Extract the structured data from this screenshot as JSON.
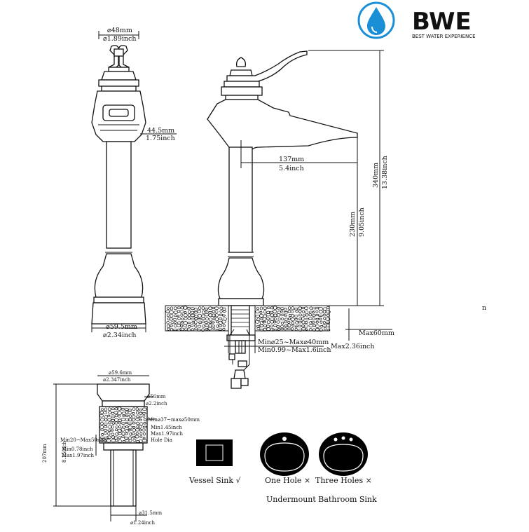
{
  "brand": {
    "name": "BWE",
    "tagline": "BEST WATER EXPERIENCE",
    "color": "#1a8fd6",
    "dark_color": "#2a2a2a",
    "icon": "water-drop-icon"
  },
  "side_view": {
    "top_mm": "⌀48mm",
    "top_inch": "⌀1.89inch",
    "width_mm": "44.5mm",
    "width_inch": "1.75inch",
    "base_mm": "⌀59.5mm",
    "base_inch": "⌀2.34inch"
  },
  "front_view": {
    "spout_mm": "137mm",
    "spout_inch": "5.4inch",
    "height_mm": "340mm",
    "height_inch": "13.38inch",
    "spout_height_mm": "230mm",
    "spout_height_inch": "9.05inch",
    "deck_max_mm": "Max60mm",
    "deck_max_inch": "Max2.36inch",
    "hole_mm": "Min⌀25~Max⌀40mm",
    "hole_inch": "Min0.99~Max1.6inch",
    "edge_mark": "n"
  },
  "drain": {
    "cap_mm": "⌀59.6mm",
    "cap_inch": "⌀2.347inch",
    "neck_mm": "⌀56mm",
    "neck_inch": "⌀2.2inch",
    "hole_mm": "Min⌀37~max⌀50mm",
    "hole_min_inch": "Min1.45inch",
    "hole_max_inch": "Max1.97inch",
    "hole_note": "Hole Dia",
    "range_mm": "Min20~Max50mm",
    "range_min_inch": "Min0.78inch",
    "range_max_inch": "Max1.97inch",
    "height_mm": "207mm",
    "height_inch": "8.15inch",
    "pipe_mm": "⌀31.5mm",
    "pipe_inch": "⌀1.24inch"
  },
  "sinks": {
    "vessel": "Vessel Sink √",
    "one_hole": "One Hole ×",
    "three_holes": "Three Holes ×",
    "undermount": "Undermount Bathroom Sink"
  }
}
